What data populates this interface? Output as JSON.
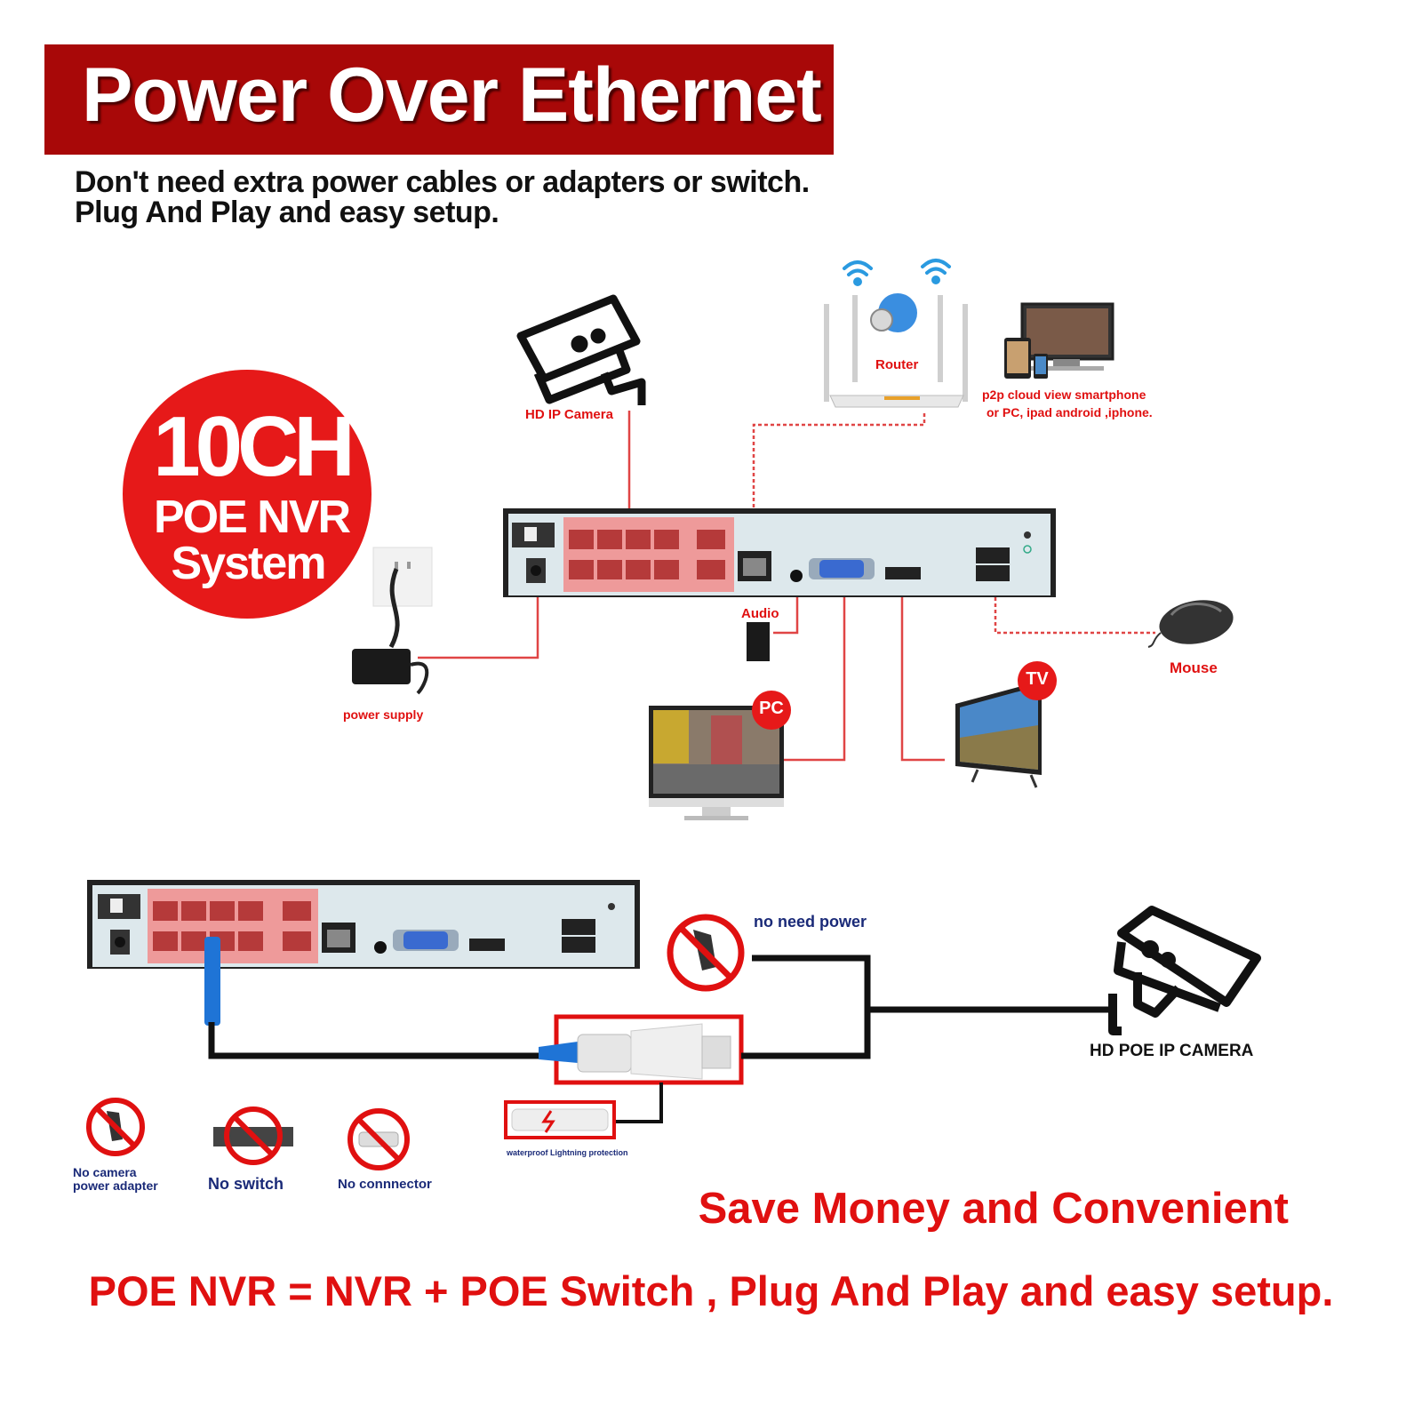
{
  "title": "Power Over Ethernet",
  "subtitle_line1": "Don't need extra power cables or adapters or switch.",
  "subtitle_line2": "Plug And Play and easy setup.",
  "badge": {
    "line1": "10CH",
    "line2": "POE NVR",
    "line3": "System",
    "color": "#e61919"
  },
  "labels": {
    "hd_ip_camera": "HD IP Camera",
    "router": "Router",
    "p2p_line1": "p2p cloud  view smartphone",
    "p2p_line2": "or PC, ipad android ,iphone.",
    "audio": "Audio",
    "power_supply": "power supply",
    "mouse": "Mouse",
    "pc": "PC",
    "tv": "TV",
    "no_need_power": "no need power",
    "hd_poe_ip_camera": "HD POE IP CAMERA",
    "waterproof": "waterproof Lightning protection"
  },
  "no_items": [
    {
      "line1": "No camera",
      "line2": "power adapter"
    },
    {
      "line1": "No switch",
      "line2": ""
    },
    {
      "line1": "No connnector",
      "line2": ""
    }
  ],
  "footer_line1": "Save Money and Convenient",
  "footer_line2": "POE NVR = NVR + POE Switch , Plug And Play and easy setup.",
  "colors": {
    "banner": "#a80808",
    "accent_red": "#e01010",
    "navy_text": "#1a2a78",
    "nvr_panel": "#dde8ec",
    "poe_ports": "#ee9a9a",
    "cable_blue": "#1f74d6"
  },
  "icons": [
    "wifi-icon",
    "camera-icon",
    "router-icon",
    "nvr-device",
    "power-adapter-icon",
    "speaker-icon",
    "monitor-icon",
    "tv-icon",
    "mouse-icon",
    "prohibited-icon",
    "rj45-connector-icon"
  ]
}
